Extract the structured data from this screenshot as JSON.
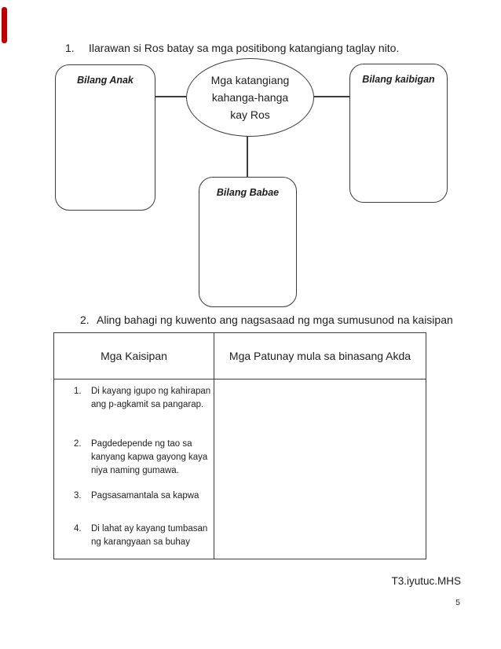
{
  "accent": {
    "color": "#c00000"
  },
  "questions": [
    {
      "number": "1.",
      "text": "Ilarawan si Ros batay sa mga positibong katangiang taglay nito."
    },
    {
      "number": "2.",
      "text": "Aling bahagi ng kuwento ang nagsasaad ng mga sumusunod na kaisipan"
    }
  ],
  "diagram": {
    "center_label": "Mga katangiang\nkahanga-hanga\nkay Ros",
    "boxes": [
      {
        "label": "Bilang Anak"
      },
      {
        "label": "Bilang kaibigan"
      },
      {
        "label": "Bilang Babae"
      }
    ]
  },
  "table": {
    "headers": [
      "Mga Kaisipan",
      "Mga Patunay  mula sa binasang Akda"
    ],
    "items": [
      {
        "num": "1.",
        "text": "Di kayang igupo ng kahirapan\nang p-agkamit sa pangarap."
      },
      {
        "num": "2.",
        "text": "Pagdedepende ng tao sa\nkanyang kapwa gayong kaya\nniya naming gumawa."
      },
      {
        "num": "3.",
        "text": "Pagsasamantala sa kapwa"
      },
      {
        "num": "4.",
        "text": "Di lahat ay kayang tumbasan\nng karangyaan sa buhay"
      }
    ],
    "answers": [
      {
        "text": ""
      },
      {
        "text": ""
      },
      {
        "text": ""
      },
      {
        "text": ""
      }
    ]
  },
  "footer": {
    "watermark": "T3.iyutuc.MHS",
    "page_number": "5"
  }
}
